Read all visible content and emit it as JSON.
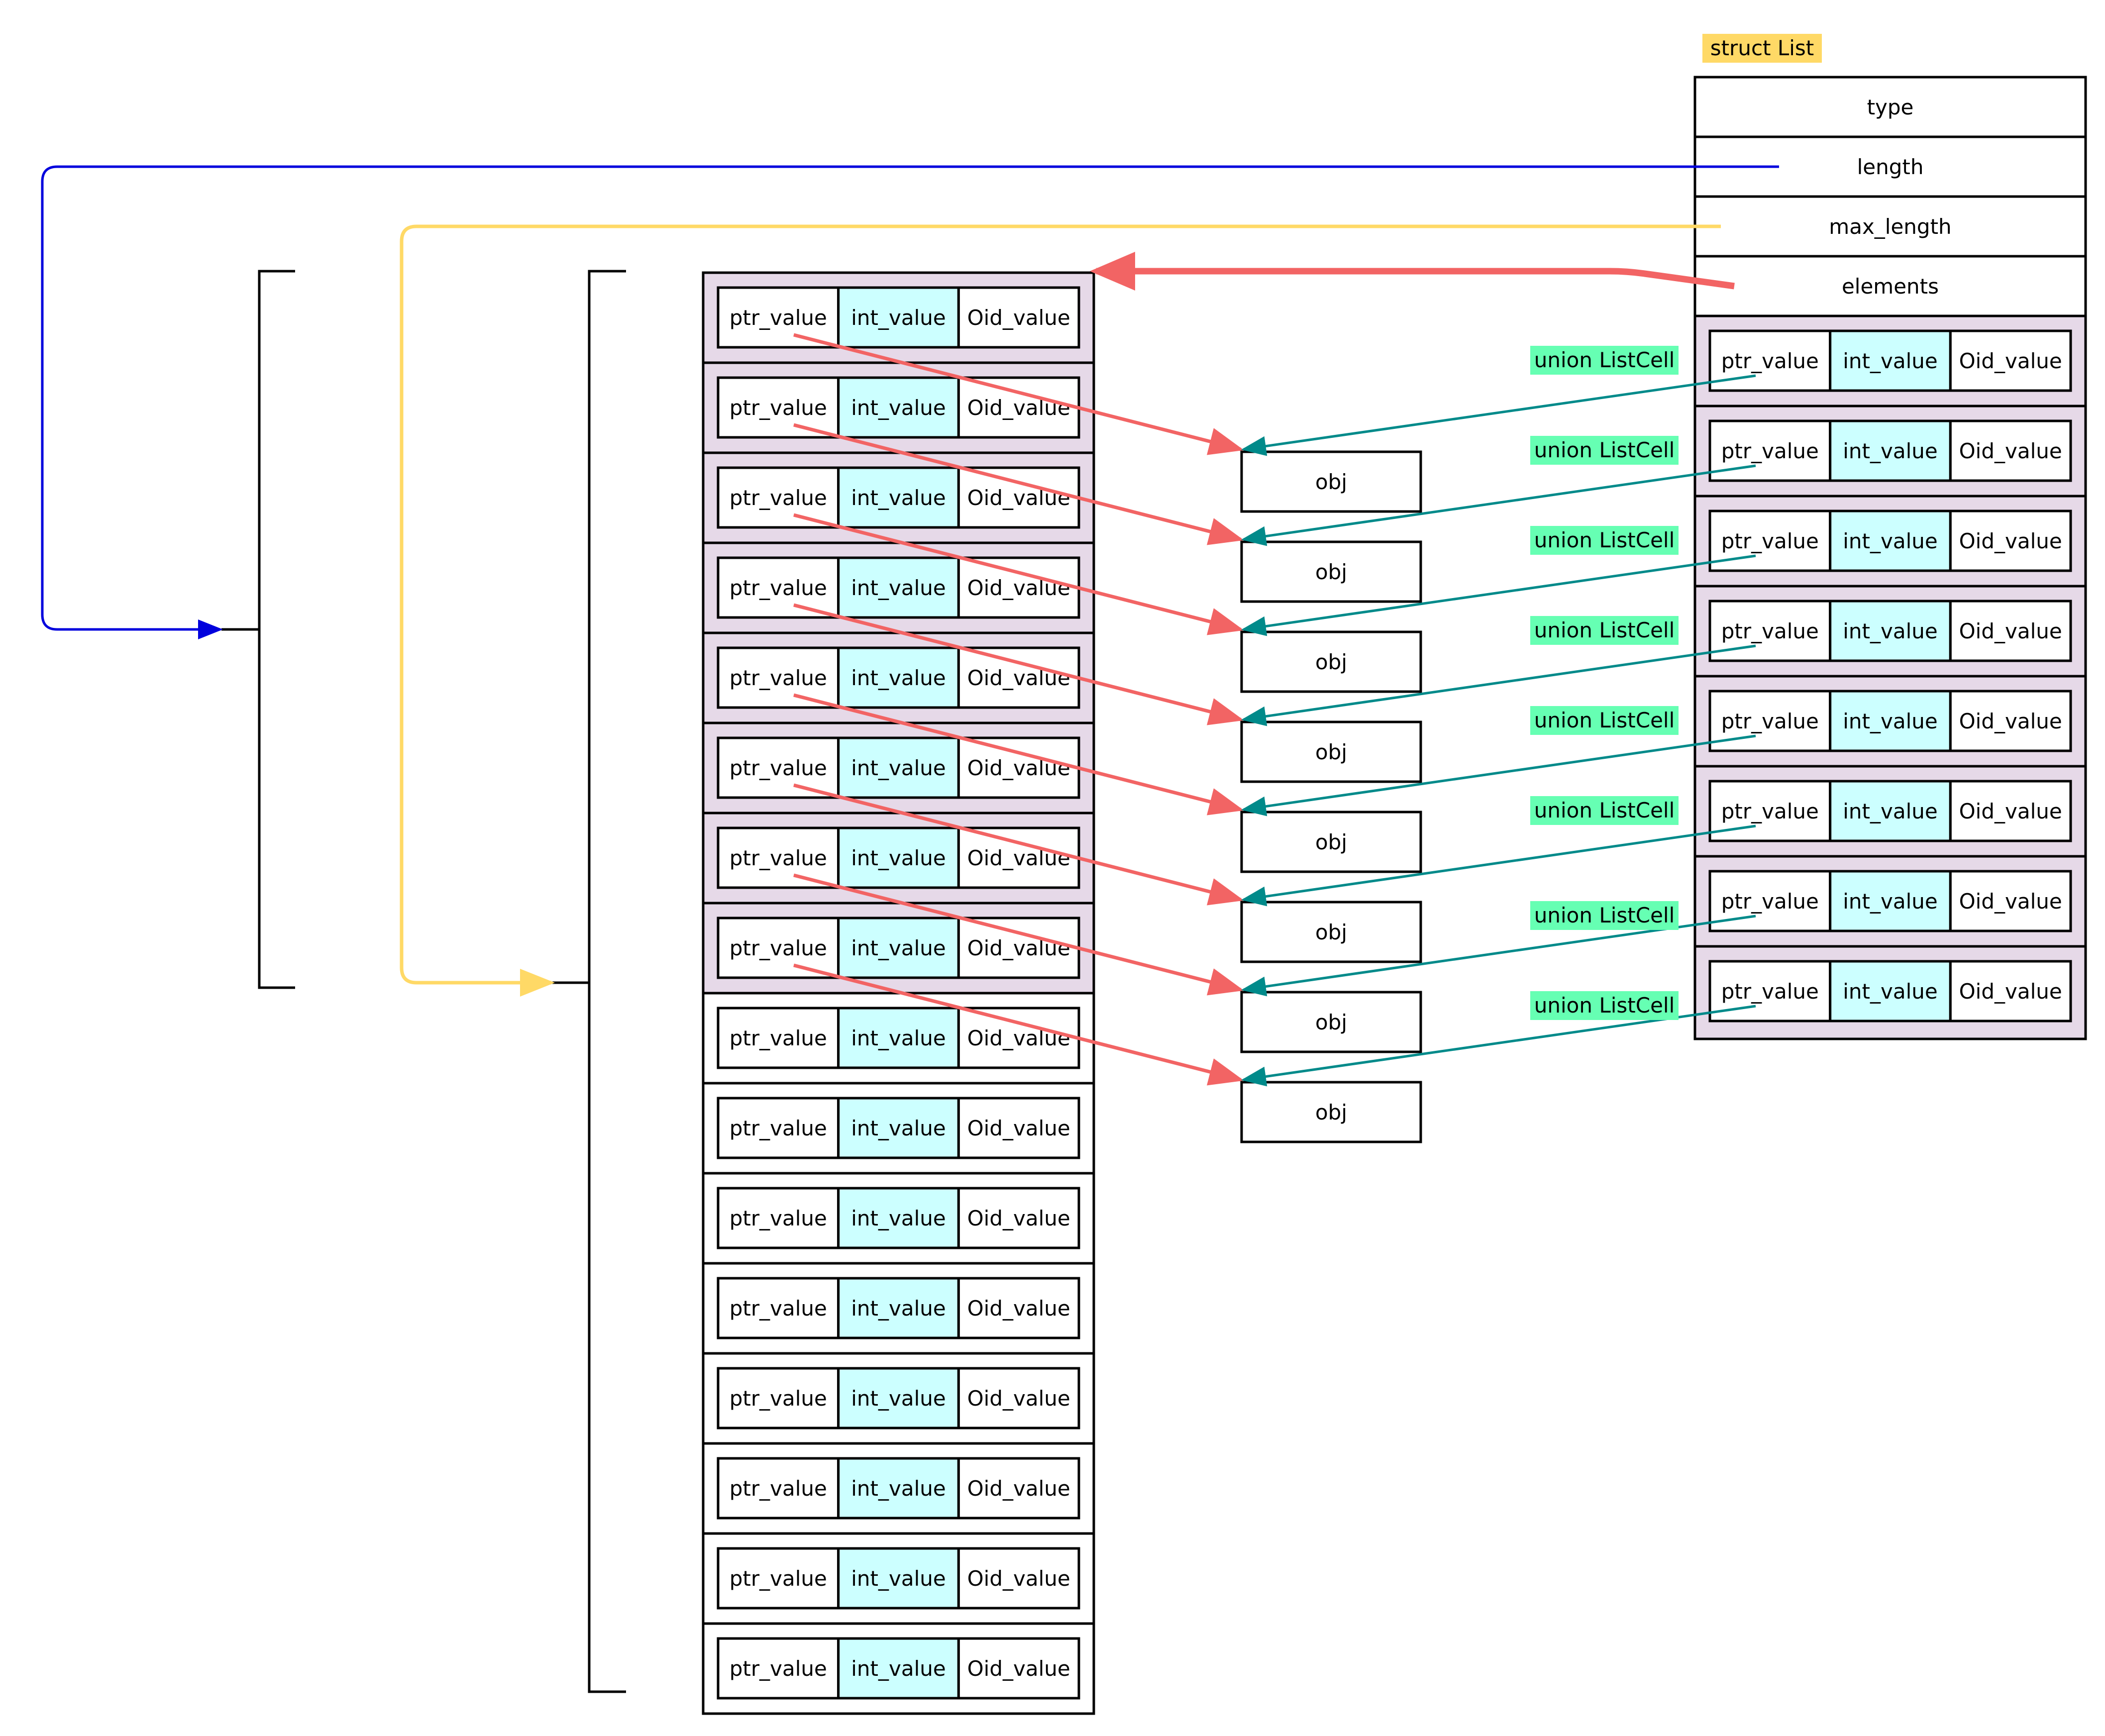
{
  "struct_list": {
    "tag": "struct List",
    "fields": [
      "type",
      "length",
      "max_length",
      "elements"
    ]
  },
  "cell_tag": "union ListCell",
  "cell_fields": [
    "ptr_value",
    "int_value",
    "Oid_value"
  ],
  "obj_label": "obj",
  "counts": {
    "struct_cells": 8,
    "array_cells": 16,
    "used_cells": 8,
    "objects": 8
  },
  "colors": {
    "struct_tag_bg": "#ffd966",
    "cell_tag_bg": "#66ffb3",
    "used_cell_bg": "#e6d9e8",
    "int_value_bg": "#ccffff",
    "length_arrow": "#0000dd",
    "max_length_arrow": "#ffd966",
    "pointer_arrow": "#f26464",
    "cell_arrow": "#008a8a",
    "border": "#000000"
  }
}
